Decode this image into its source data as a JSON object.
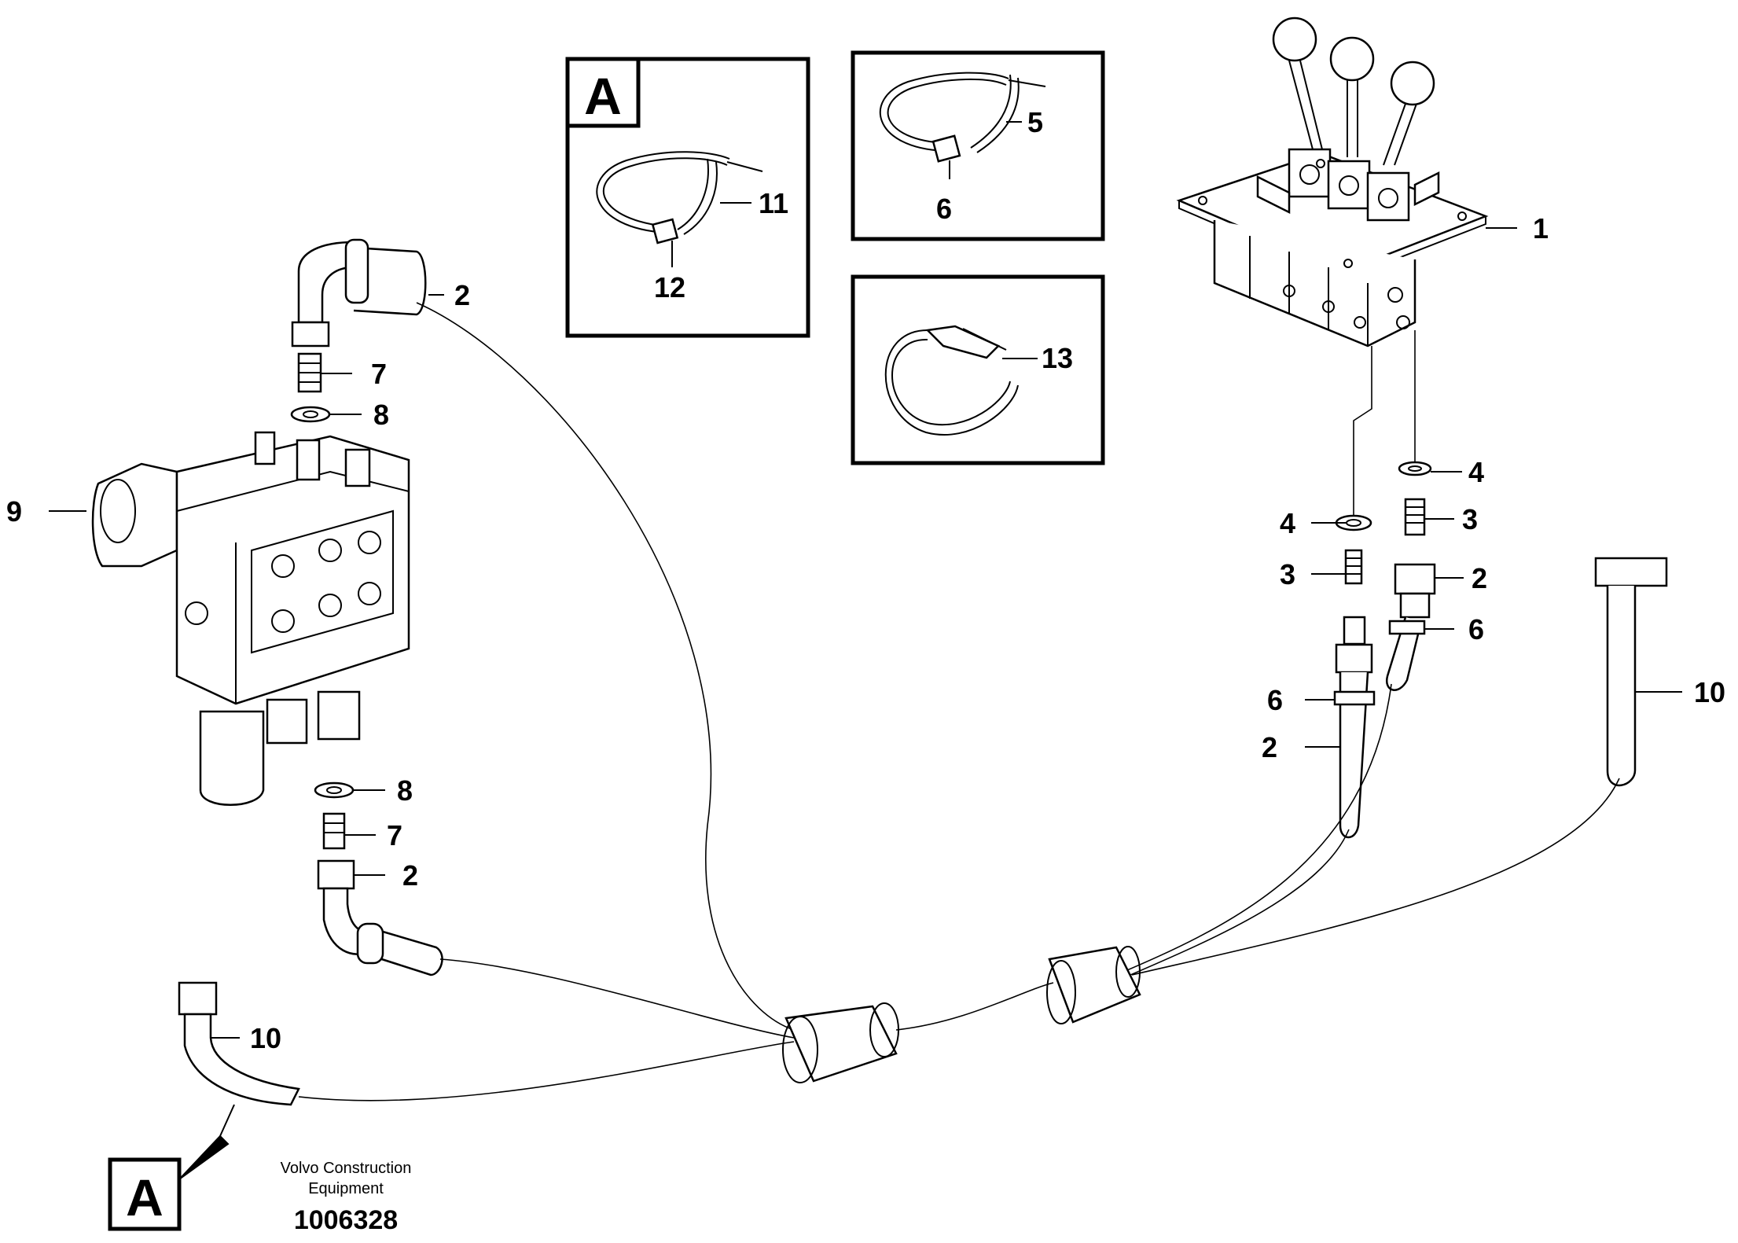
{
  "footer": {
    "company_line1": "Volvo Construction",
    "company_line2": "Equipment",
    "drawing_number": "1006328"
  },
  "detail_box_letter": "A",
  "callouts": {
    "c1": "1",
    "c2_top_left": "2",
    "c2_lower_left": "2",
    "c2_right_upper": "2",
    "c2_right_lower": "2",
    "c3_upper": "3",
    "c3_lower": "3",
    "c4_upper": "4",
    "c4_lower": "4",
    "c5": "5",
    "c6_box": "6",
    "c6_right_upper": "6",
    "c6_right_lower": "6",
    "c7_upper": "7",
    "c7_lower": "7",
    "c8_upper": "8",
    "c8_lower": "8",
    "c9": "9",
    "c10_left": "10",
    "c10_right": "10",
    "c11": "11",
    "c12": "12",
    "c13": "13"
  }
}
